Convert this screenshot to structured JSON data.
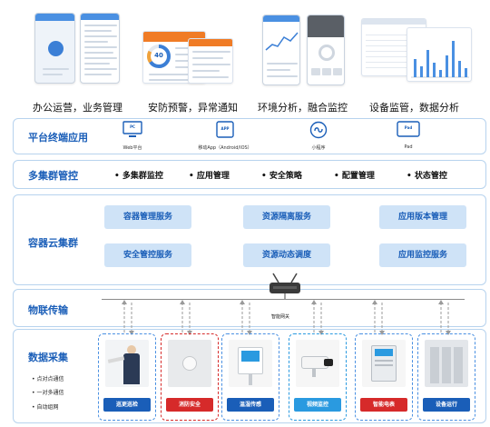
{
  "captions": [
    "办公运营，业务管理",
    "安防预警，异常通知",
    "环境分析，融合监控",
    "设备监管，数据分析"
  ],
  "screenshot_2": {
    "gauge_value": "40"
  },
  "terminal": {
    "title": "平台终端应用",
    "items": [
      {
        "label": "Web平台",
        "icon_text": "PC",
        "icon": "monitor-icon"
      },
      {
        "label": "移动App（Android/IOS）",
        "icon_text": "APP",
        "icon": "tablet-icon"
      },
      {
        "label": "小程序",
        "icon": "mini-program-icon"
      },
      {
        "label": "Pad",
        "icon_text": "Pad",
        "icon": "pad-icon"
      }
    ]
  },
  "multi_cluster": {
    "title": "多集群管控",
    "items": [
      "• 多集群监控",
      "• 应用管理",
      "• 安全策略",
      "• 配置管理",
      "• 状态管控"
    ]
  },
  "container_cloud": {
    "title": "容器云集群",
    "services": [
      "容器管理服务",
      "资源隔离服务",
      "应用版本管理",
      "安全管控服务",
      "资源动态调度",
      "应用监控服务"
    ]
  },
  "iot": {
    "title": "物联传输",
    "gateway_label": "智能网关"
  },
  "data_collection": {
    "title": "数据采集",
    "features": [
      "•  点对点通信",
      "•  一对多通信",
      "•  自动组网"
    ],
    "devices": [
      {
        "label": "巡更巡检",
        "color": "#1a5eb8"
      },
      {
        "label": "消防安全",
        "color": "#d62a2a"
      },
      {
        "label": "温湿传感",
        "color": "#1a5eb8"
      },
      {
        "label": "视频监控",
        "color": "#2a9ae0"
      },
      {
        "label": "智能电表",
        "color": "#d62a2a"
      },
      {
        "label": "设备运行",
        "color": "#1a5eb8"
      }
    ]
  },
  "colors": {
    "accent": "#1a5eb8",
    "band_border": "#b7d3ee",
    "service_fill": "#cfe3f7",
    "alert": "#d62a2a",
    "sky": "#2a9ae0"
  }
}
